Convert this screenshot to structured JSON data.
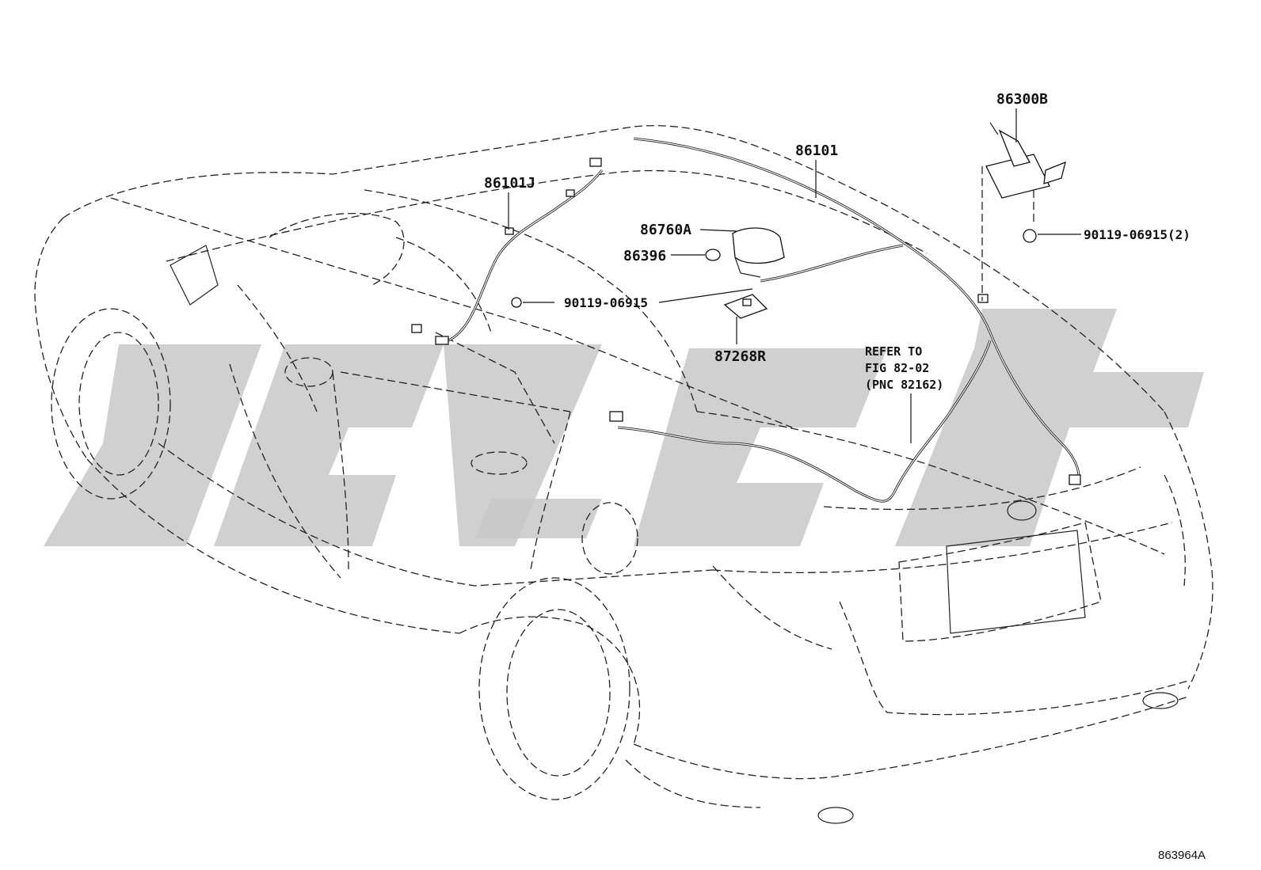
{
  "diagram": {
    "drawing_code": "863964A",
    "parts": {
      "p86300B": "86300B",
      "p86101": "86101",
      "p86101J": "86101J",
      "p86760A": "86760A",
      "p86396": "86396",
      "p90119_a": "90119-06915",
      "p90119_b": "90119-06915(2)",
      "p87268R": "87268R"
    },
    "reference_note": {
      "line1": "REFER TO",
      "line2": "FIG 82-02",
      "line3": "(PNC 82162)"
    }
  }
}
